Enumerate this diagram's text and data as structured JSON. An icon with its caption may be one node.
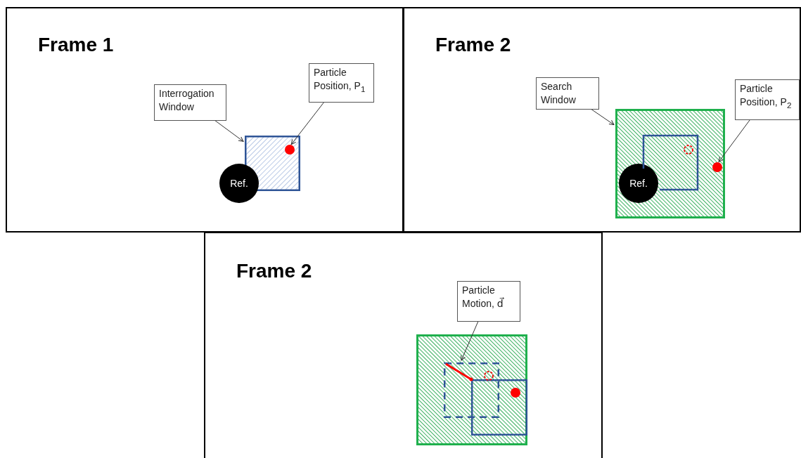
{
  "diagram": {
    "nodes": [
      {
        "text": [
          "Frame 1"
        ]
      },
      {
        "text": [
          "Interrogation Window"
        ],
        "in": 0
      },
      {
        "text": [
          "Particle Position, P$_{1}$"
        ],
        "in": 0
      },
      {
        "text": [],
        "shape": "box",
        "in": 0
      },
      {
        "text": [],
        "shape": "circle",
        "in": 3
      },
      {
        "text": [
          "Ref."
        ],
        "in": 0
      },
      {
        "text": [
          "Frame 2"
        ]
      },
      {
        "text": [
          "Search Window"
        ],
        "in": 6
      },
      {
        "text": [
          "Particle Position, P$_{2}$"
        ],
        "in": 6
      },
      {
        "text": [],
        "shape": "box",
        "in": 6
      },
      {
        "text": [],
        "shape": "circle",
        "in": 9
      },
      {
        "text": [
          "Ref."
        ],
        "in": 9
      },
      {
        "text": [
          "Frame 2"
        ]
      },
      {
        "text": [
          "Particle Motion, d⃗"
        ],
        "in": 12
      },
      {
        "text": [],
        "shape": "arrow",
        "in": 12
      },
      {
        "text": [],
        "shape": "circle",
        "in": 12
      }
    ],
    "edges": [
      {
        "from": 1,
        "to": 3,
        "arrow": "to"
      },
      {
        "from": 2,
        "to": 4,
        "arrow": "to"
      },
      {
        "from": 7,
        "to": 9,
        "arrow": "to"
      },
      {
        "from": 8,
        "to": 10,
        "arrow": "to"
      },
      {
        "from": 13,
        "to": 14,
        "arrow": "to"
      }
    ]
  }
}
